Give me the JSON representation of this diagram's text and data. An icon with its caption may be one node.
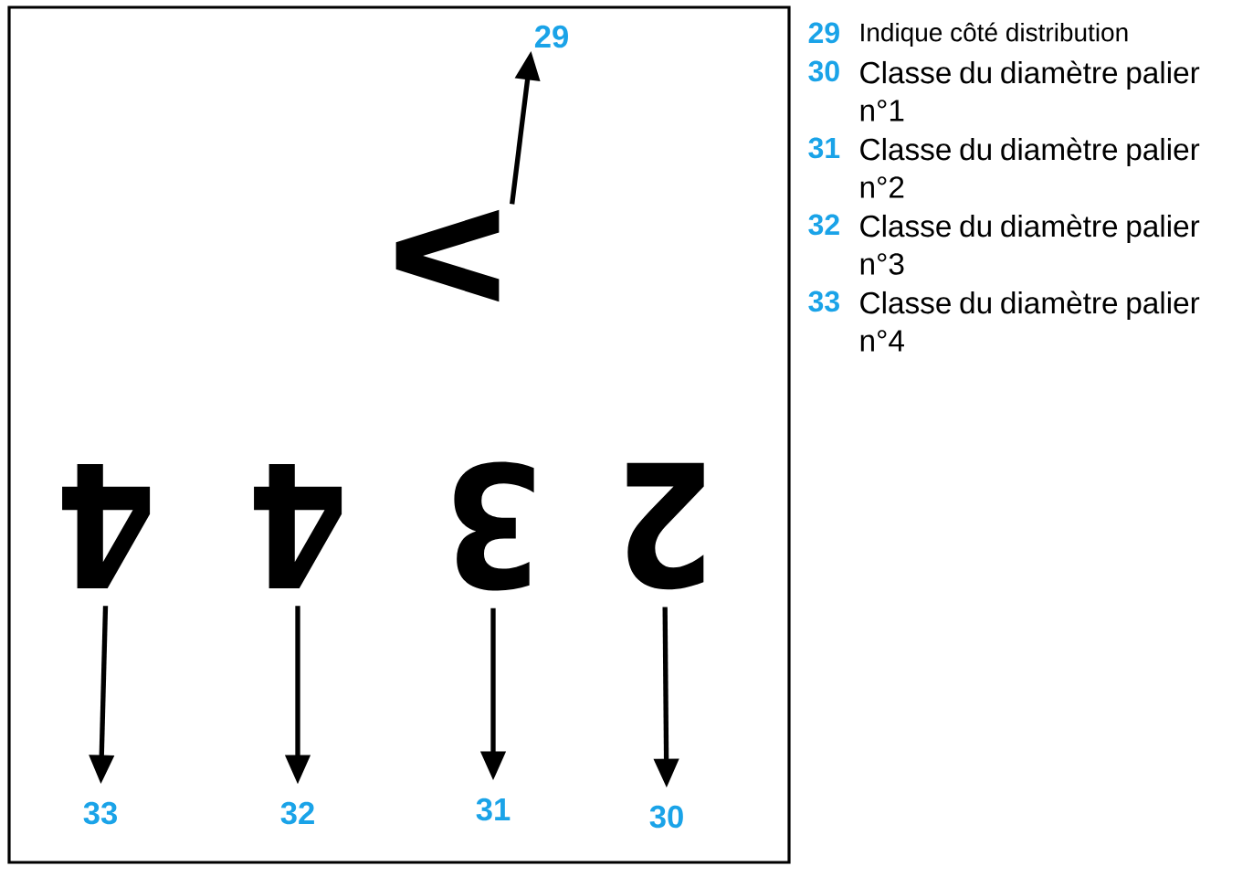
{
  "diagram": {
    "nodes": [
      {
        "text": [
          "29"
        ]
      },
      {
        "text": [
          "V"
        ]
      },
      {
        "text": [
          "4"
        ]
      },
      {
        "text": [
          "4"
        ]
      },
      {
        "text": [
          "3"
        ]
      },
      {
        "text": [
          "2"
        ]
      },
      {
        "text": [
          "33"
        ]
      },
      {
        "text": [
          "32"
        ]
      },
      {
        "text": [
          "31"
        ]
      },
      {
        "text": [
          "30"
        ]
      }
    ],
    "edges": [
      {
        "from": 1,
        "to": 0,
        "arrow": "to"
      },
      {
        "from": 2,
        "to": 6,
        "arrow": "to"
      },
      {
        "from": 3,
        "to": 7,
        "arrow": "to"
      },
      {
        "from": 4,
        "to": 8,
        "arrow": "to"
      },
      {
        "from": 5,
        "to": 9,
        "arrow": "to"
      }
    ],
    "labels": [
      "29",
      "Indique côté distribution",
      "30",
      "Classe du diamètre palier n°1",
      "31",
      "Classe du diamètre palier n°2",
      "32",
      "Classe du diamètre palier n°3",
      "33",
      "Classe du diamètre palier n°4"
    ]
  }
}
